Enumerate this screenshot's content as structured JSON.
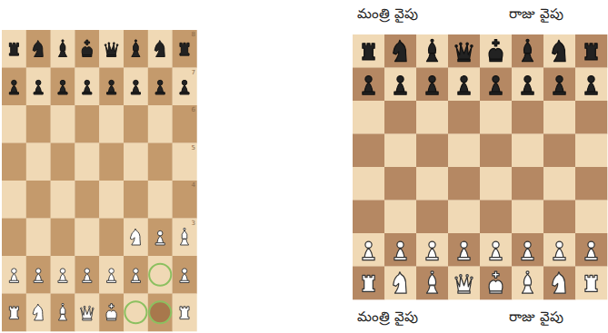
{
  "diagram": {
    "labels": [
      "8",
      "7",
      "6",
      "5",
      "4",
      "3",
      "మంత్రి వైపు",
      "రాజు వైపు",
      "మంత్రి వైపు",
      "రాజు వైపు"
    ]
  }
}
